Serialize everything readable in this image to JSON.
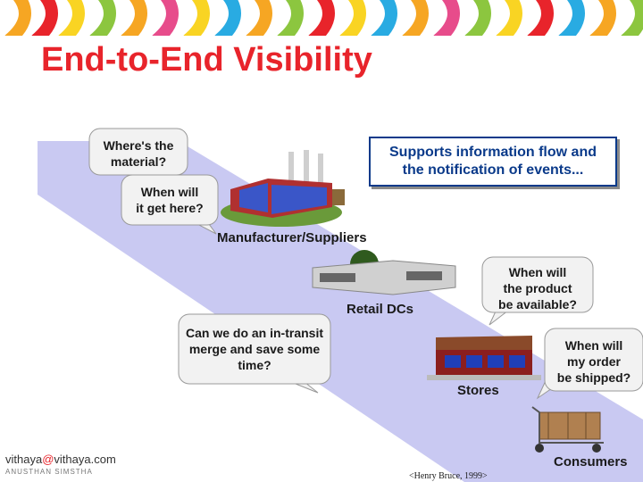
{
  "title": "End-to-End Visibility",
  "info_box": {
    "line1": "Supports information flow and",
    "line2": "the notification of events..."
  },
  "bubbles": {
    "material": {
      "line1": "Where's the",
      "line2": "material?"
    },
    "get_here": {
      "line1": "When will",
      "line2": "it get here?"
    },
    "product": {
      "line1": "When will",
      "line2": "the product",
      "line3": "be available?"
    },
    "in_transit": {
      "line1": "Can we do an in-transit",
      "line2": "merge and save some",
      "line3": "time?"
    },
    "shipped": {
      "line1": "When will",
      "line2": "my order",
      "line3": "be shipped?"
    }
  },
  "stages": {
    "manufacturer": "Manufacturer/Suppliers",
    "retail_dcs": "Retail DCs",
    "stores": "Stores",
    "consumers": "Consumers"
  },
  "logo": {
    "name": "vithaya",
    "at": "@",
    "domain": "vithaya.com",
    "tagline": "ANUSTHAN SIMSTHA"
  },
  "citation": "<Henry Bruce, 1999>",
  "colors": {
    "title": "#e8242b",
    "band": "#c9c9f2",
    "info_text": "#0a3a8a"
  }
}
